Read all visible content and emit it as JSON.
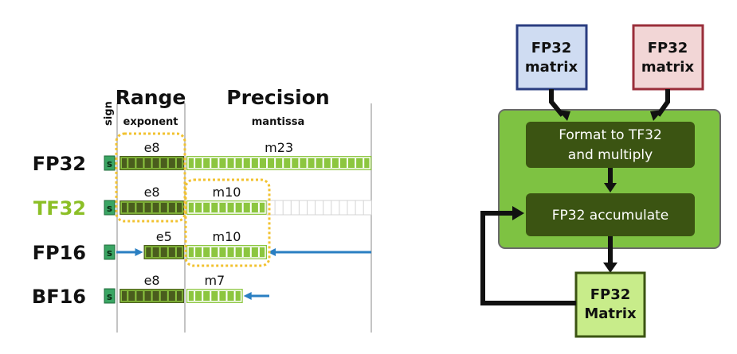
{
  "left": {
    "sign_label": "sign",
    "range_title": "Range",
    "range_sub": "exponent",
    "precision_title": "Precision",
    "precision_sub": "mantissa",
    "rows": [
      {
        "name": "FP32",
        "name_color": "#111111",
        "sign": "s",
        "exp_label": "e8",
        "exp_bits": 8,
        "man_label": "m23",
        "man_bits": 23,
        "ghost_bits": 0,
        "arrow_from": null,
        "arrow_to": null
      },
      {
        "name": "TF32",
        "name_color": "#8cbf26",
        "sign": "s",
        "exp_label": "e8",
        "exp_bits": 8,
        "man_label": "m10",
        "man_bits": 10,
        "ghost_bits": 13,
        "arrow_from": null,
        "arrow_to": null
      },
      {
        "name": "FP16",
        "name_color": "#111111",
        "sign": "s",
        "exp_label": "e5",
        "exp_bits": 5,
        "man_label": "m10",
        "man_bits": 10,
        "ghost_bits": 0,
        "arrow_from": "both",
        "arrow_to": null
      },
      {
        "name": "BF16",
        "name_color": "#111111",
        "sign": "s",
        "exp_label": "e8",
        "exp_bits": 8,
        "man_label": "m7",
        "man_bits": 7,
        "ghost_bits": 0,
        "arrow_from": "right-short",
        "arrow_to": null
      }
    ],
    "colors": {
      "exponent_fill": "#4a5d1d",
      "mantissa_fill": "#8cc63f",
      "bit_line": "#ffffff",
      "ghost_line": "#d4d4d4",
      "sign_fill": "#3aa563",
      "highlight": "#f2c230",
      "arrow": "#2a7fc2"
    }
  },
  "right": {
    "input_a": {
      "line1": "FP32",
      "line2": "matrix",
      "fill": "#cfdcf2",
      "border": "#2a3d80"
    },
    "input_b": {
      "line1": "FP32",
      "line2": "matrix",
      "fill": "#f2d6d6",
      "border": "#9a2e3a"
    },
    "core_fill": "#7ec242",
    "inner_fill": "#3b5412",
    "step1_line1": "Format to TF32",
    "step1_line2": "and multiply",
    "step2": "FP32 accumulate",
    "output": {
      "line1": "FP32",
      "line2": "Matrix",
      "fill": "#c8ec8a",
      "border": "#3b5412"
    }
  }
}
